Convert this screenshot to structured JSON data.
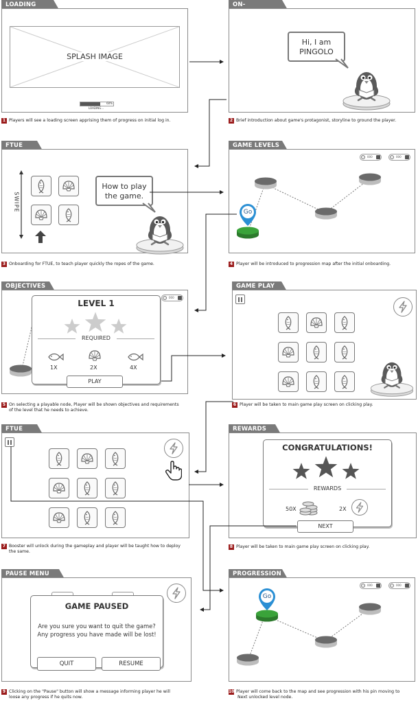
{
  "panels": {
    "p1": {
      "tab": "LOADING",
      "splash": "SPLASH IMAGE",
      "progress_pct": "60%",
      "progress_value": 0.6,
      "loading_text": "LOADING...",
      "num": "1",
      "caption": "Players will see a loading screen apprising them of progress on initial log in."
    },
    "p2": {
      "tab": "ON- BOARDING",
      "bubble_line1": "Hi, I am",
      "bubble_line2": "PINGOLO",
      "num": "2",
      "caption": "Brief introduction about game's protagonist, storyline to ground the player."
    },
    "p3": {
      "tab": "FTUE",
      "swipe": "SWIPE",
      "bubble_line1": "How to play",
      "bubble_line2": "the game.",
      "num": "3",
      "caption": "Onboarding for FTUE, to teach player quickly the ropes of the game."
    },
    "p4": {
      "tab": "GAME LEVELS",
      "pin_label": "Go",
      "pill1": "000",
      "pill2": "000",
      "num": "4",
      "caption": "Player will be introduced to progression map after the initial onboarding."
    },
    "p5": {
      "tab": "OBJECTIVES",
      "level_title": "LEVEL 1",
      "required": "REQUIRED",
      "req1": "1X",
      "req2": "2X",
      "req3": "4X",
      "play": "PLAY",
      "pill2": "000",
      "num": "5",
      "caption_l1": "On selecting a playable node, Player will be shown objectives and requirements",
      "caption_l2": "of the level that he needs to achieve."
    },
    "p6": {
      "tab": "GAME PLAY",
      "num": "6",
      "caption": "Player will be taken to main game play screen on clicking play."
    },
    "p7": {
      "tab": "FTUE",
      "num": "7",
      "caption_l1": "Booster will unlock during the gameplay and player will be taught how to deploy",
      "caption_l2": "the same."
    },
    "p8": {
      "tab": "REWARDS",
      "title": "CONGRATULATIONS!",
      "rewards": "REWARDS",
      "r1": "50X",
      "r2": "2X",
      "next": "NEXT",
      "num": "8",
      "caption": "Player will be taken to main game play screen on clicking play."
    },
    "p9": {
      "tab": "PAUSE MENU",
      "title": "GAME PAUSED",
      "msg_l1": "Are you sure you want to quit the game?",
      "msg_l2": "Any progress you have made will be lost!",
      "quit": "QUIT",
      "resume": "RESUME",
      "num": "9",
      "caption_l1": "Clicking on the \"Pause\" button will show a message informing player he will",
      "caption_l2": "loose any progress if he quits now."
    },
    "p10": {
      "tab": "PROGRESSION",
      "pin_label": "Go",
      "pill1": "000",
      "pill2": "000",
      "num": "10",
      "caption_l1": "Player will come back to the map and see progression with his pin moving to",
      "caption_l2": "Next unlocked level node."
    }
  },
  "colors": {
    "tab": "#7a7a7a",
    "number_badge": "#9b1c1c",
    "pin": "#2a8fd4",
    "node_active": "#3aa33a",
    "node": "#6a6a6a"
  }
}
